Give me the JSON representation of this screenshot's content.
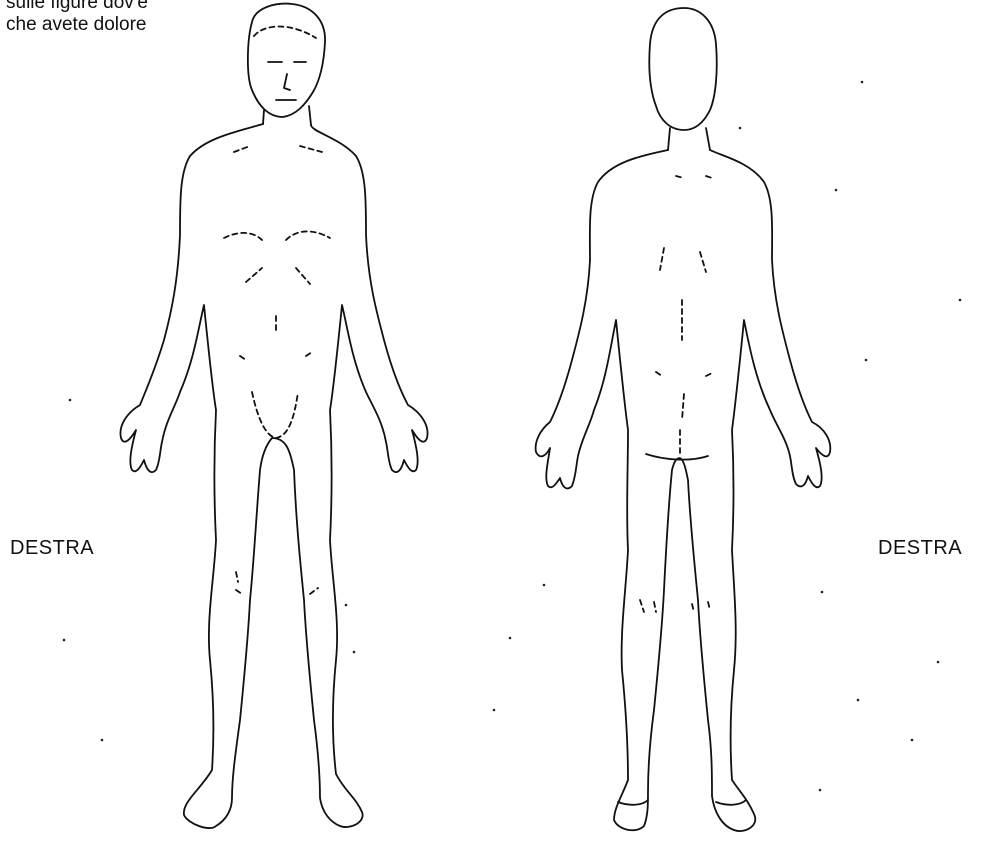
{
  "instruction": {
    "line1": "sulle figure dov'è",
    "line2": "che avete dolore"
  },
  "labels": {
    "front_right": "DESTRA",
    "back_right": "DESTRA"
  },
  "figures": {
    "front": "front-body-outline",
    "back": "back-body-outline"
  },
  "colors": {
    "line": "#111111",
    "background": "#ffffff"
  }
}
